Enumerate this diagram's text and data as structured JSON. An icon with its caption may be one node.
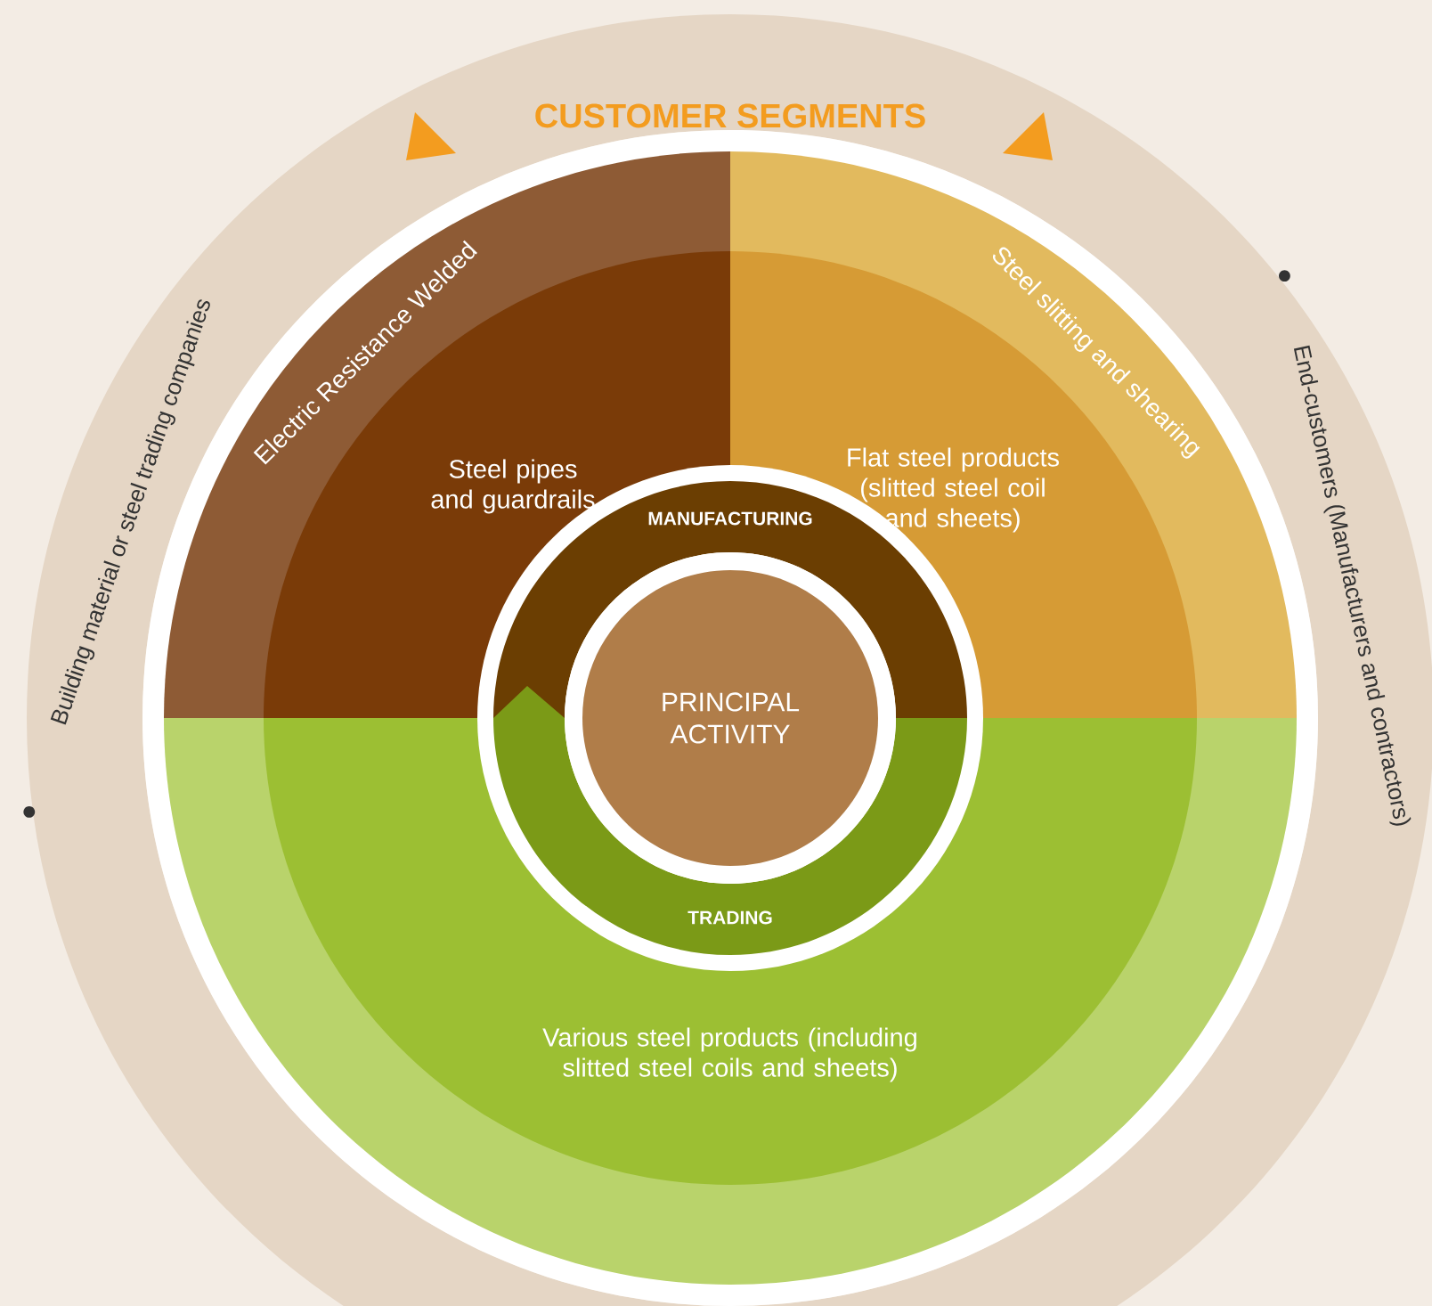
{
  "diagram": {
    "nodes": [
      {
        "text": [
          "CUSTOMER SEGMENTS",
          "Building material or steel trading companies",
          "End-customers (Manufacturers and contractors)"
        ]
      },
      {
        "text": [
          "Electric Resistance Welded",
          "Steel pipes and guardrails"
        ],
        "in": 0
      },
      {
        "text": [
          "Steel slitting and shearing",
          "Flat steel products (slitted steel coil and sheets)"
        ],
        "in": 0
      },
      {
        "text": [
          "Various steel products (including slitted steel coils and sheets)"
        ],
        "in": 0
      },
      {
        "text": [
          "MANUFACTURING"
        ],
        "in": 0
      },
      {
        "text": [
          "TRADING"
        ],
        "in": 0
      },
      {
        "text": [
          "PRINCIPAL ACTIVITY"
        ],
        "in": 0
      }
    ]
  }
}
